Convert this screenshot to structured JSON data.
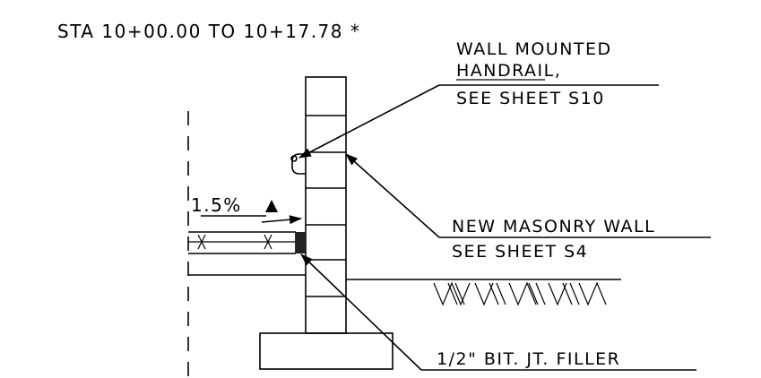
{
  "drawing": {
    "station_label": "STA 10+00.00 TO 10+17.78 *",
    "handrail_note": {
      "line1": "WALL MOUNTED",
      "line2": "HANDRAIL,",
      "line3": "SEE SHEET S10"
    },
    "wall_note": {
      "line1": "NEW MASONRY WALL",
      "line2": "SEE SHEET S4"
    },
    "filler_note": "1/2\" BIT. JT. FILLER",
    "slope_label": "1.5%"
  }
}
